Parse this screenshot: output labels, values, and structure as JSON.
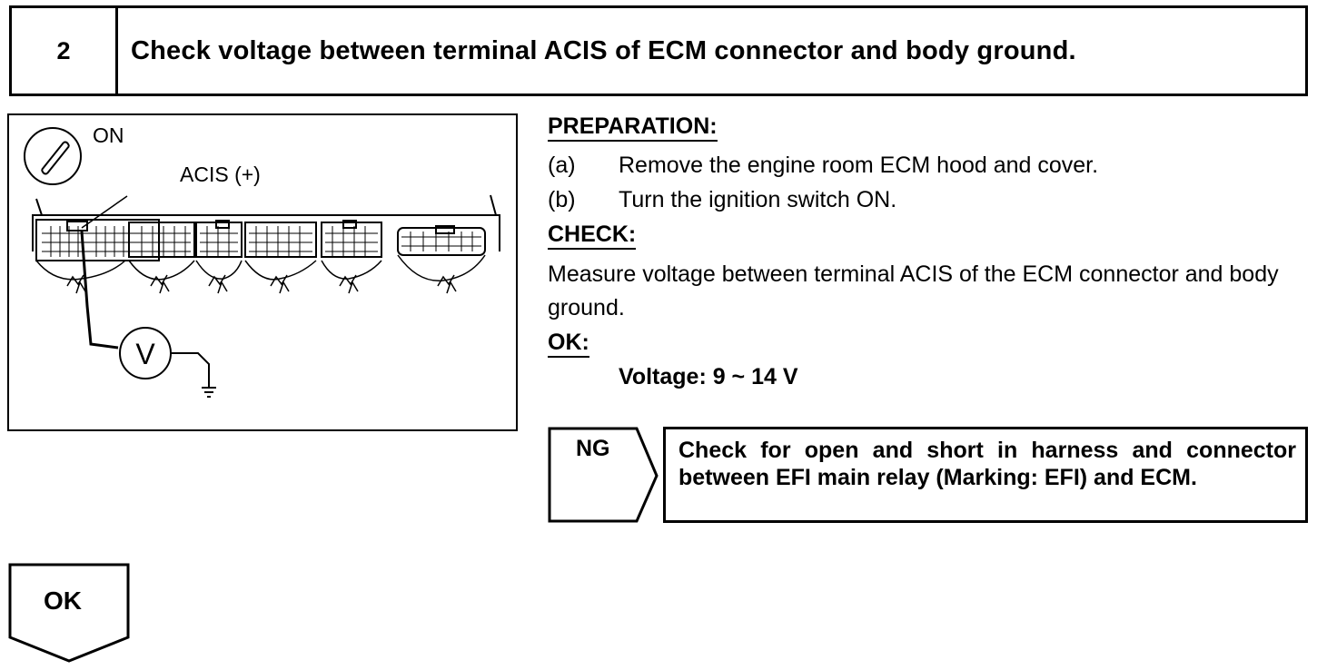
{
  "step": {
    "number": "2",
    "title": "Check voltage between terminal ACIS of ECM connector and body ground."
  },
  "diagram": {
    "switch_label": "ON",
    "terminal_label": "ACIS (+)",
    "meter_symbol": "V",
    "icons": [
      "ignition-switch-icon",
      "ecm-connector-icon",
      "voltmeter-icon",
      "ground-icon"
    ]
  },
  "preparation": {
    "heading": "PREPARATION:",
    "items": [
      {
        "letter": "(a)",
        "text": "Remove the engine room ECM hood and cover."
      },
      {
        "letter": "(b)",
        "text": "Turn the ignition switch ON."
      }
    ]
  },
  "check": {
    "heading": "CHECK:",
    "text": "Measure voltage between terminal ACIS of the ECM connector and body ground."
  },
  "ok": {
    "heading": "OK:",
    "spec": "Voltage: 9 ~ 14 V"
  },
  "ng_branch": {
    "label": "NG",
    "text": "Check for open and short in harness and connector between EFI main relay (Marking: EFI) and ECM."
  },
  "ok_branch": {
    "label": "OK"
  }
}
